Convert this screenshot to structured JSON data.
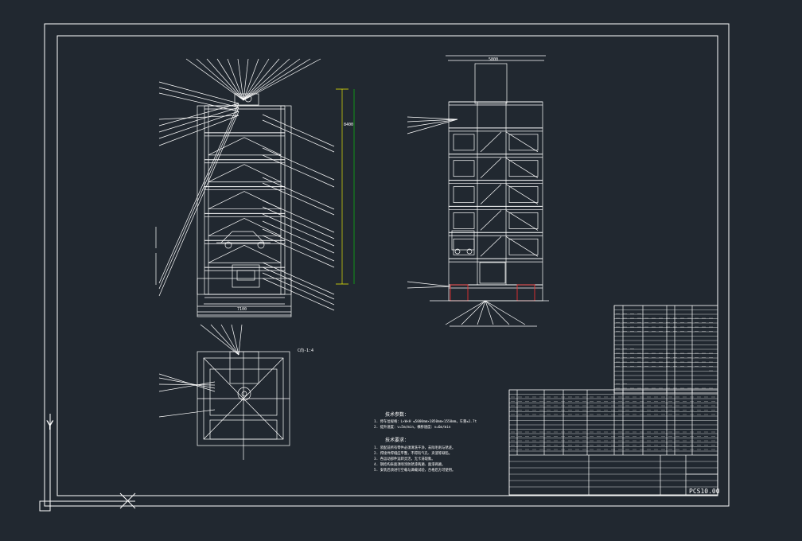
{
  "drawing": {
    "drawing_number": "PCS10.00",
    "colors": {
      "background": "#212830",
      "line": "#ffffff",
      "accent_yellow": "#ffff00",
      "accent_green": "#00ff00",
      "accent_red": "#ff3030"
    }
  },
  "views": {
    "front": {
      "levels": 7,
      "width_dim": "7100",
      "overall_dim": "8400"
    },
    "side": {
      "levels": 7,
      "width_dim": "5800"
    },
    "plan": {
      "section_tag": "C向-1:4"
    }
  },
  "notes": {
    "title1": "技术参数：",
    "lines1": [
      "1. 停车位规格：L×W×H ≤5000mm×1850mm×1550mm，车重≤1.7t",
      "2. 提升速度：v=5m/min，横移速度：v=6m/min"
    ],
    "title2": "技术要求：",
    "lines2": [
      "1. 装配前所有零件必须清洗干净，去除毛刺与锈迹。",
      "2. 焊接件焊缝应平整，不得有气孔、夹渣等缺陷。",
      "3. 各运动部件运转灵活，无卡滞现象。",
      "4. 钢结构表面须喷涂防锈漆两遍、面漆两遍。",
      "5. 安装后须进行空载与满载试验，合格后方可使用。"
    ]
  },
  "ucs": {
    "label": "Y"
  }
}
